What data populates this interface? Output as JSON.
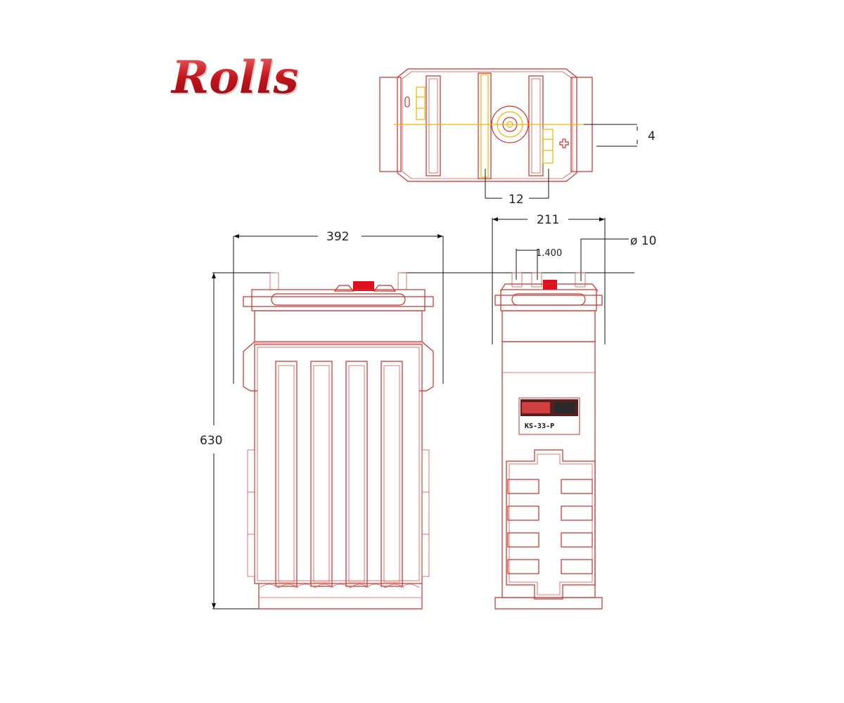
{
  "logo": {
    "text": "Rolls"
  },
  "colors": {
    "outline": "#c9302c",
    "accent_red": "#e01020",
    "dimension_lines": "#111111",
    "highlight": "#f0b400"
  },
  "top_view": {
    "dimensions": {
      "terminal_offset": "4",
      "terminal_spacing": "12"
    }
  },
  "front_view": {
    "dimensions": {
      "width": "392",
      "height": "630"
    }
  },
  "side_view": {
    "dimensions": {
      "width": "211",
      "terminal_pitch": "1.400",
      "terminal_diameter": "ø 10"
    },
    "label": {
      "model": "KS-33-P"
    }
  }
}
